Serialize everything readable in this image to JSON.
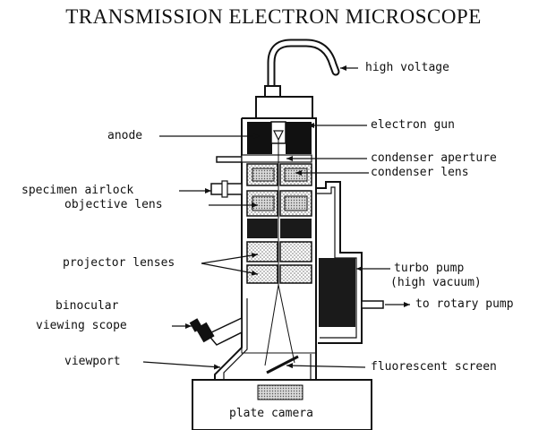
{
  "title": "TRANSMISSION ELECTRON MICROSCOPE",
  "labels": {
    "high_voltage": "high voltage",
    "electron_gun": "electron gun",
    "anode": "anode",
    "condenser_aperture": "condenser aperture",
    "condenser_lens": "condenser lens",
    "specimen_airlock": "specimen airlock",
    "objective_lens": "objective lens",
    "projector_lenses": "projector lenses",
    "turbo_pump_1": "turbo pump",
    "turbo_pump_2": "(high vacuum)",
    "to_rotary_pump": "to rotary pump",
    "binocular_1": "binocular",
    "binocular_2": "viewing scope",
    "viewport": "viewport",
    "fluorescent_screen": "fluorescent screen",
    "plate_camera": "plate camera"
  },
  "colors": {
    "ink": "#111111",
    "coil": "#1a1a1a",
    "hatch": "#9a9a9a"
  }
}
